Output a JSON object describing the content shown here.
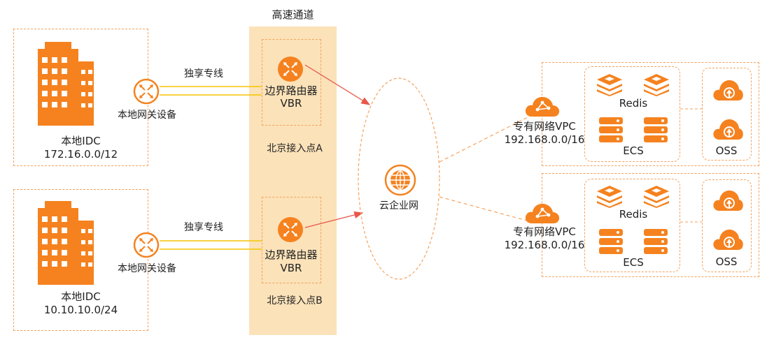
{
  "channel": {
    "title": "高速通道"
  },
  "idc": [
    {
      "name": "本地IDC",
      "cidr": "172.16.0.0/12",
      "gateway": "本地网关设备",
      "line": "独享专线"
    },
    {
      "name": "本地IDC",
      "cidr": "10.10.10.0/24",
      "gateway": "本地网关设备",
      "line": "独享专线"
    }
  ],
  "vbr": [
    {
      "name": "边界路由器",
      "sub": "VBR",
      "access_point": "北京接入点A"
    },
    {
      "name": "边界路由器",
      "sub": "VBR",
      "access_point": "北京接入点B"
    }
  ],
  "cen": {
    "label": "云企业网"
  },
  "vpc": [
    {
      "name": "专有网络VPC",
      "cidr": "192.168.0.0/16",
      "redis": "Redis",
      "ecs": "ECS",
      "oss": "OSS"
    },
    {
      "name": "专有网络VPC",
      "cidr": "192.168.0.0/16",
      "redis": "Redis",
      "ecs": "ECS",
      "oss": "OSS"
    }
  ],
  "colors": {
    "accent": "#f5821f",
    "dash": "#f5a35e",
    "channel": "#fbe2b9",
    "arrow": "#e8574a",
    "line": "#f5c400"
  },
  "icons": [
    "building-icon",
    "router-icon",
    "vbr-icon",
    "cen-globe-icon",
    "cloud-icon",
    "redis-icon",
    "ecs-icon",
    "oss-icon"
  ]
}
